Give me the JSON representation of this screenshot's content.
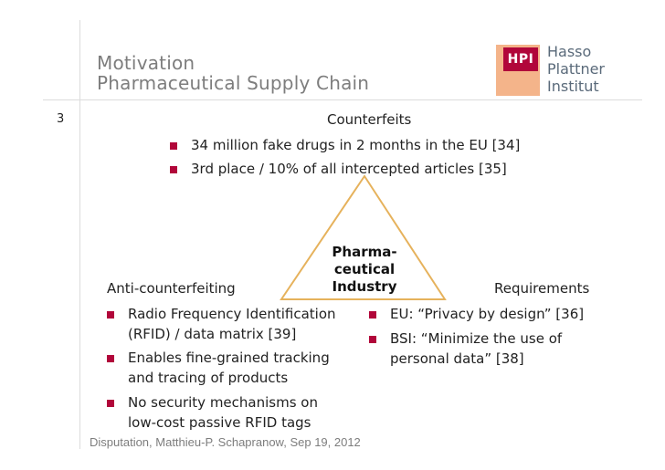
{
  "slide": {
    "title_line1": "Motivation",
    "title_line2": "Pharmaceutical Supply Chain",
    "page_number": "3",
    "footer": "Disputation, Matthieu-P. Schapranow, Sep 19, 2012"
  },
  "logo": {
    "mark": "HPI",
    "line1": "Hasso",
    "line2": "Plattner",
    "line3": "Institut"
  },
  "counterfeits": {
    "heading": "Counterfeits",
    "bullets": [
      "34 million fake drugs in 2 months in the EU [34]",
      "3rd place / 10% of all intercepted articles [35]"
    ]
  },
  "center": {
    "line1": "Pharma-",
    "line2": "ceutical",
    "line3": "Industry"
  },
  "anti_counterfeiting": {
    "heading": "Anti-counterfeiting",
    "bullets": [
      {
        "line1": "Radio Frequency Identification",
        "line2": "(RFID) / data matrix [39]"
      },
      {
        "line1": "Enables fine-grained tracking",
        "line2": "and tracing of products"
      },
      {
        "line1": "No security mechanisms on",
        "line2": "low-cost passive RFID tags"
      }
    ]
  },
  "requirements": {
    "heading": "Requirements",
    "bullets": [
      {
        "line1": "EU: “Privacy by design” [36]"
      },
      {
        "line1": "BSI: “Minimize the use of",
        "line2": "personal data” [38]"
      }
    ]
  },
  "colors": {
    "accent": "#b1063a",
    "triangle": "#e6b25c",
    "title": "#7d7d7d"
  }
}
